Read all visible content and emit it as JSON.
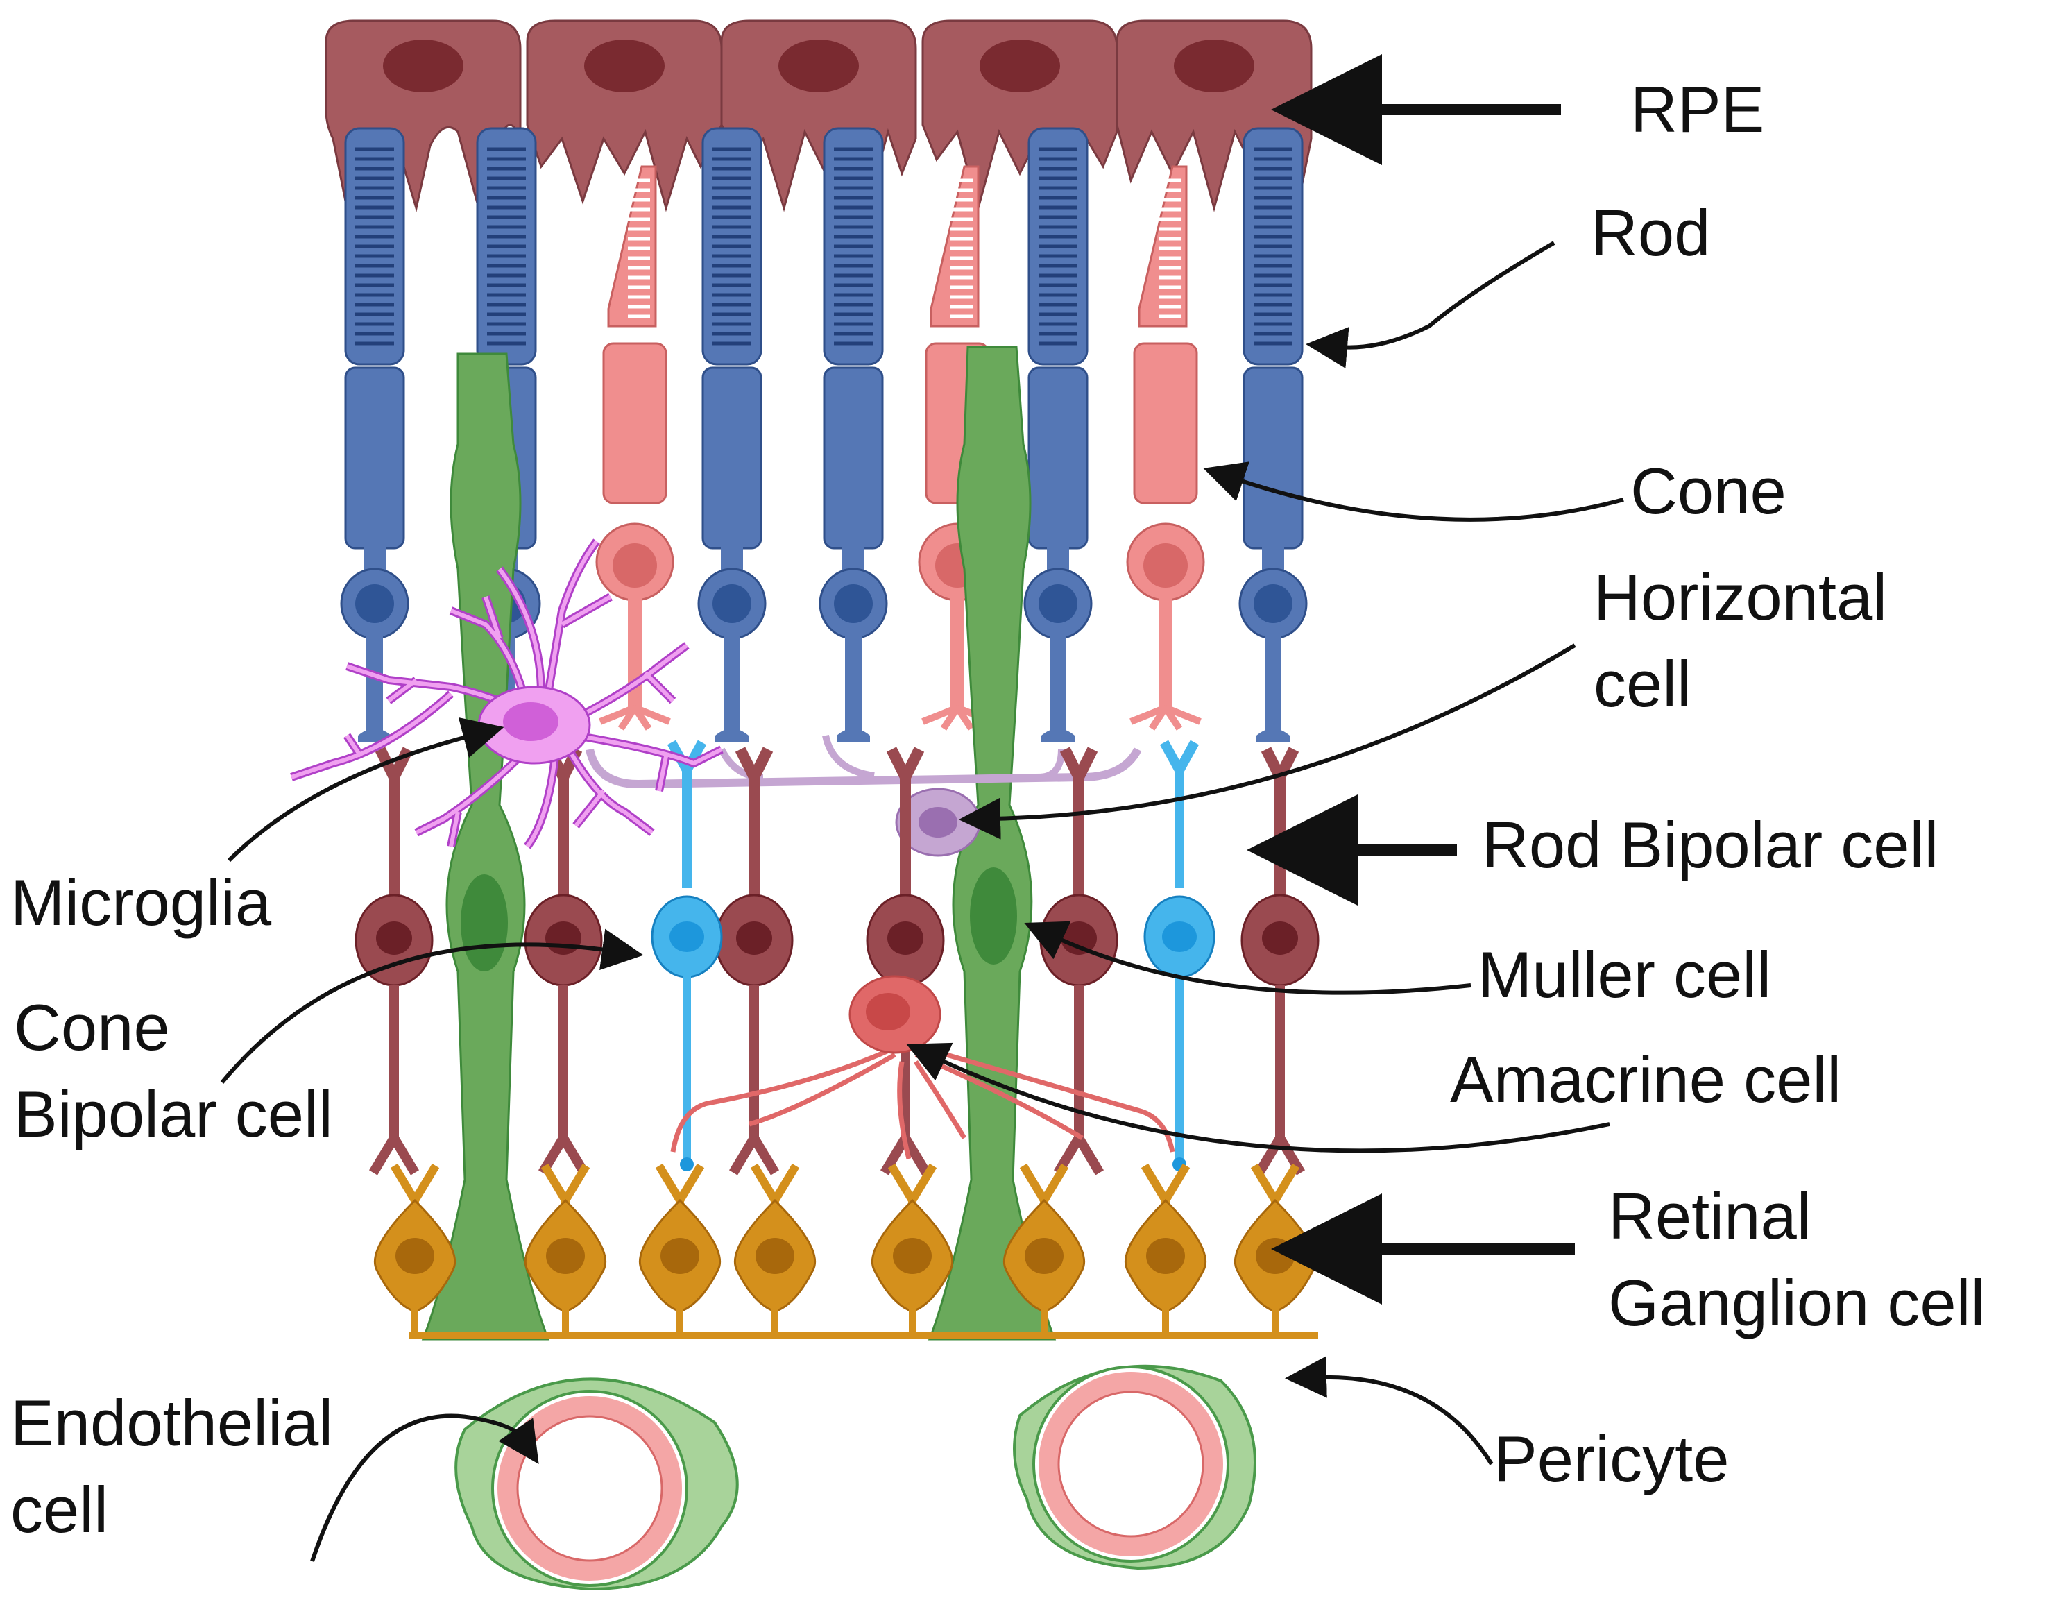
{
  "labels": {
    "rpe": "RPE",
    "rod": "Rod",
    "cone": "Cone",
    "horizontal_cell_1": "Horizontal",
    "horizontal_cell_2": "cell",
    "rod_bipolar_cell": "Rod Bipolar cell",
    "microglia": "Microglia",
    "muller_cell": "Muller cell",
    "cone_bipolar_cell_1": "Cone",
    "cone_bipolar_cell_2": "Bipolar cell",
    "amacrine_cell": "Amacrine cell",
    "retinal_ganglion_cell_1": "Retinal",
    "retinal_ganglion_cell_2": "Ganglion cell",
    "endothelial_cell_1": "Endothelial",
    "endothelial_cell_2": "cell",
    "pericyte": "Pericyte"
  },
  "colors": {
    "rpe": "#a65a5f",
    "rpe_nucleus": "#7a2a30",
    "rod": "#5577b5",
    "rod_nucleus": "#2f5596",
    "cone": "#f08e8e",
    "cone_nucleus": "#d86868",
    "muller": "#6aa95b",
    "muller_nucleus": "#3f8a3b",
    "microglia": "#f0a0f0",
    "microglia_outline": "#b040c8",
    "horizontal": "#c5a6d2",
    "horizontal_nucleus": "#9a6fb0",
    "rod_bipolar": "#9a4a50",
    "rod_bipolar_nucleus": "#6b2027",
    "cone_bipolar": "#45b5ec",
    "cone_bipolar_nucleus": "#1d97dc",
    "amacrine": "#e06868",
    "amacrine_nucleus": "#c84848",
    "ganglion": "#d4901c",
    "ganglion_nucleus": "#a8680c",
    "endothelial": "#f4a6a6",
    "pericyte": "#a8d39a",
    "arrow": "#111111"
  }
}
